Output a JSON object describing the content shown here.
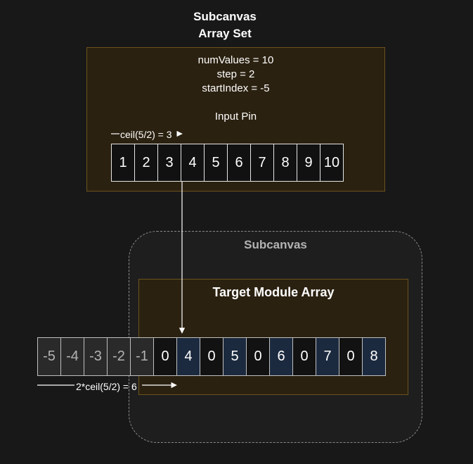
{
  "top_box": {
    "title_line1": "Subcanvas",
    "title_line2": "Array Set",
    "params": [
      "numValues = 10",
      "step = 2",
      "startIndex = -5"
    ],
    "input_pin_label": "Input Pin",
    "offset_label": "ceil(5/2) = 3",
    "input_cells": [
      "1",
      "2",
      "3",
      "4",
      "5",
      "6",
      "7",
      "8",
      "9",
      "10"
    ]
  },
  "subcanvas": {
    "label": "Subcanvas",
    "target_label": "Target Module Array",
    "target_cells": [
      {
        "text": "-5",
        "kind": "neg"
      },
      {
        "text": "-4",
        "kind": "neg"
      },
      {
        "text": "-3",
        "kind": "neg"
      },
      {
        "text": "-2",
        "kind": "neg"
      },
      {
        "text": "-1",
        "kind": "neg"
      },
      {
        "text": "0",
        "kind": "zero"
      },
      {
        "text": "4",
        "kind": "val"
      },
      {
        "text": "0",
        "kind": "zero"
      },
      {
        "text": "5",
        "kind": "val"
      },
      {
        "text": "0",
        "kind": "zero"
      },
      {
        "text": "6",
        "kind": "val"
      },
      {
        "text": "0",
        "kind": "zero"
      },
      {
        "text": "7",
        "kind": "val"
      },
      {
        "text": "0",
        "kind": "zero"
      },
      {
        "text": "8",
        "kind": "val"
      }
    ],
    "stride_label": "2*ceil(5/2) = 6"
  },
  "colors": {
    "box_fill": "#2b2110",
    "box_border": "#6b5320",
    "value_cell": "#1c2a3f",
    "negative_cell": "#2a2a2a"
  }
}
